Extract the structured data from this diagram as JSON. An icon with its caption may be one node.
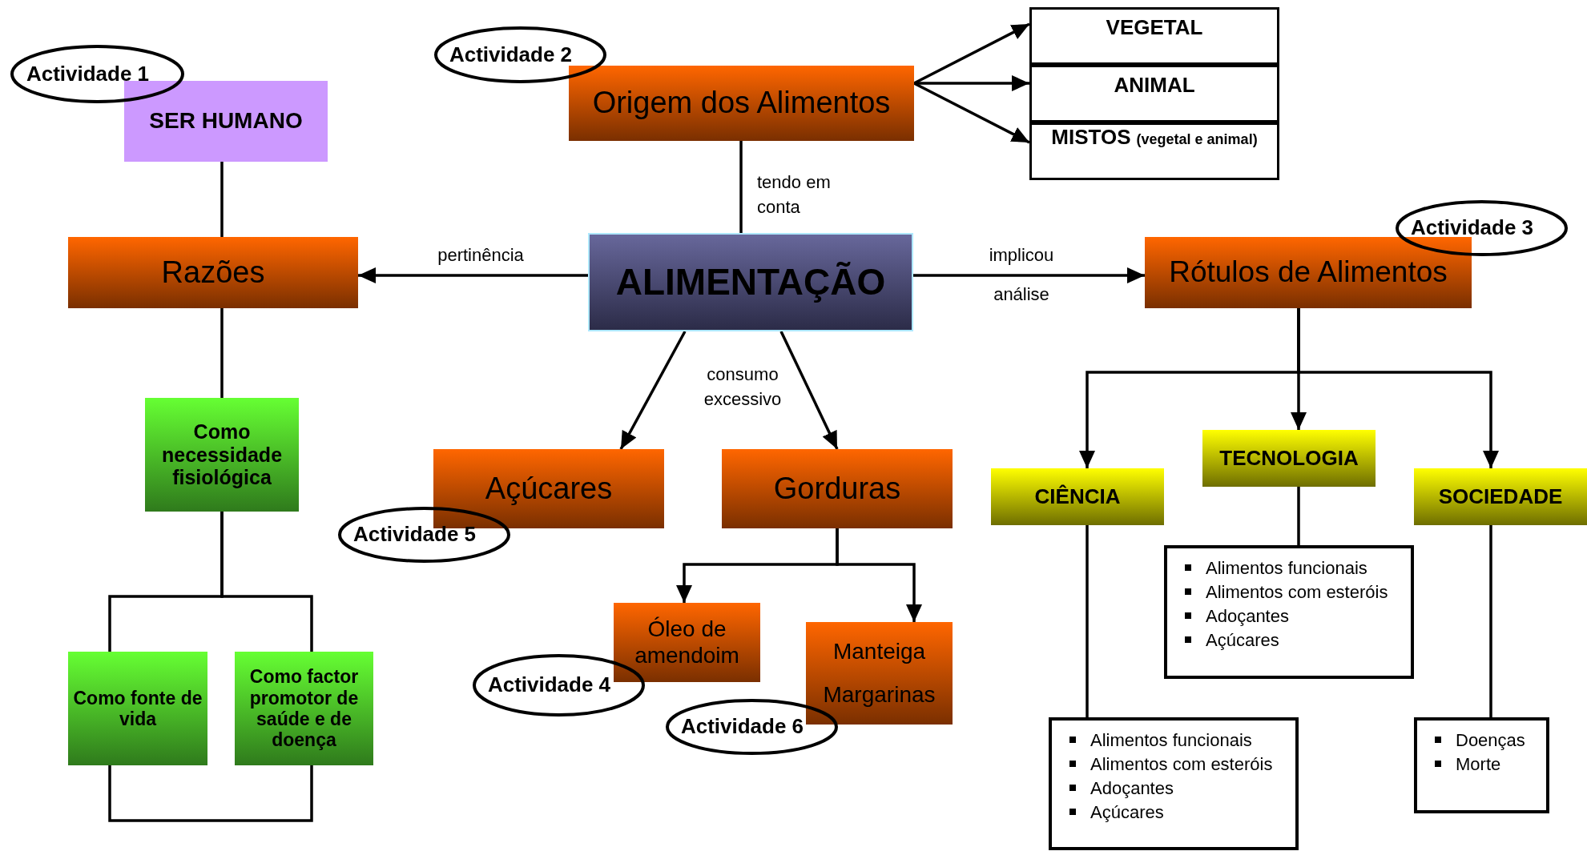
{
  "diagram": {
    "nodes": [
      {
        "text": [
          "ALIMENTAÇÃO"
        ]
      },
      {
        "text": [
          "Origem dos Alimentos"
        ]
      },
      {
        "text": [
          "VEGETAL"
        ]
      },
      {
        "text": [
          "ANIMAL"
        ]
      },
      {
        "text": [
          "MISTOS",
          "(vegetal e animal)"
        ]
      },
      {
        "text": [
          "Razões"
        ]
      },
      {
        "text": [
          "SER HUMANO"
        ]
      },
      {
        "text": [
          "Como necessidade fisiológica"
        ]
      },
      {
        "text": [
          "Como fonte de vida"
        ]
      },
      {
        "text": [
          "Como factor promotor de saúde e de doença"
        ]
      },
      {
        "text": [
          "Rótulos de Alimentos"
        ]
      },
      {
        "text": [
          "CIÊNCIA"
        ]
      },
      {
        "text": [
          "TECNOLOGIA"
        ]
      },
      {
        "text": [
          "SOCIEDADE"
        ]
      },
      {
        "text": [
          "Alimentos funcionais",
          "Alimentos com esteróis",
          "Adoçantes",
          "Açúcares"
        ]
      },
      {
        "text": [
          "Alimentos funcionais",
          "Alimentos com esteróis",
          "Adoçantes",
          "Açúcares"
        ]
      },
      {
        "text": [
          "Doenças",
          "Morte"
        ]
      },
      {
        "text": [
          "Açúcares"
        ]
      },
      {
        "text": [
          "Gorduras"
        ]
      },
      {
        "text": [
          "Óleo de amendoim"
        ]
      },
      {
        "text": [
          "Manteiga",
          "Margarinas"
        ]
      },
      {
        "text": [
          "Actividade 1"
        ]
      },
      {
        "text": [
          "Actividade 2"
        ]
      },
      {
        "text": [
          "Actividade 3"
        ]
      },
      {
        "text": [
          "Actividade 5"
        ]
      },
      {
        "text": [
          "Actividade 4"
        ]
      },
      {
        "text": [
          "Actividade 6"
        ]
      }
    ],
    "edges": [
      {
        "from": 0,
        "to": 1,
        "arrow": "to",
        "label": "tendo em conta"
      },
      {
        "from": 1,
        "to": 2,
        "arrow": "to"
      },
      {
        "from": 1,
        "to": 3,
        "arrow": "to"
      },
      {
        "from": 1,
        "to": 4,
        "arrow": "to"
      },
      {
        "from": 0,
        "to": 5,
        "arrow": "to",
        "label": "pertinência"
      },
      {
        "from": 0,
        "to": 10,
        "arrow": "to",
        "label": "implicou"
      },
      {
        "from": 0,
        "to": 17,
        "arrow": "to",
        "label": "consumo excessivo"
      },
      {
        "from": 0,
        "to": 18,
        "arrow": "to"
      },
      {
        "from": 6,
        "to": 5,
        "arrow": "none"
      },
      {
        "from": 5,
        "to": 7,
        "arrow": "none"
      },
      {
        "from": 7,
        "to": 8,
        "arrow": "none"
      },
      {
        "from": 7,
        "to": 9,
        "arrow": "none"
      },
      {
        "from": 8,
        "to": 9,
        "arrow": "none"
      },
      {
        "from": 10,
        "to": 11,
        "arrow": "to"
      },
      {
        "from": 10,
        "to": 12,
        "arrow": "to"
      },
      {
        "from": 10,
        "to": 13,
        "arrow": "to"
      },
      {
        "from": 11,
        "to": 15,
        "arrow": "none"
      },
      {
        "from": 12,
        "to": 14,
        "arrow": "none"
      },
      {
        "from": 13,
        "to": 16,
        "arrow": "none"
      },
      {
        "from": 18,
        "to": 19,
        "arrow": "to"
      },
      {
        "from": 18,
        "to": 20,
        "arrow": "to"
      }
    ],
    "labels": [
      "análise"
    ]
  }
}
